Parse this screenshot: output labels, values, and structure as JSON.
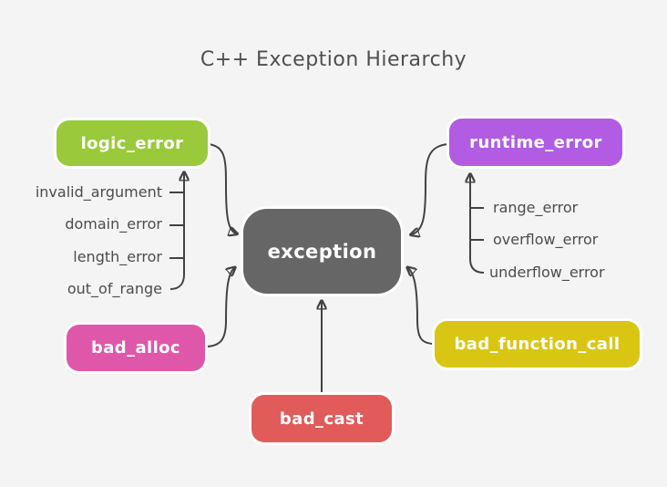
{
  "title": "C++ Exception Hierarchy",
  "background_color": "#f4f4f4",
  "arrow_color": "#424242",
  "nodes": {
    "exception": {
      "label": "exception",
      "color": "#666666",
      "text_color": "#ffffff"
    },
    "logic_error": {
      "label": "logic_error",
      "color": "#9aca3b",
      "text_color": "#ffffff"
    },
    "runtime_error": {
      "label": "runtime_error",
      "color": "#b15ce3",
      "text_color": "#ffffff"
    },
    "bad_alloc": {
      "label": "bad_alloc",
      "color": "#de57a9",
      "text_color": "#ffffff"
    },
    "bad_function_call": {
      "label": "bad_function_call",
      "color": "#d9c613",
      "text_color": "#ffffff"
    },
    "bad_cast": {
      "label": "bad_cast",
      "color": "#e15b5b",
      "text_color": "#ffffff"
    }
  },
  "children": {
    "logic_error": [
      "invalid_argument",
      "domain_error",
      "length_error",
      "out_of_range"
    ],
    "runtime_error": [
      "range_error",
      "overflow_error",
      "underflow_error"
    ]
  },
  "edges": [
    {
      "from": "logic_error",
      "to": "exception"
    },
    {
      "from": "runtime_error",
      "to": "exception"
    },
    {
      "from": "bad_alloc",
      "to": "exception"
    },
    {
      "from": "bad_function_call",
      "to": "exception"
    },
    {
      "from": "bad_cast",
      "to": "exception"
    },
    {
      "from": "invalid_argument",
      "to": "logic_error"
    },
    {
      "from": "domain_error",
      "to": "logic_error"
    },
    {
      "from": "length_error",
      "to": "logic_error"
    },
    {
      "from": "out_of_range",
      "to": "logic_error"
    },
    {
      "from": "range_error",
      "to": "runtime_error"
    },
    {
      "from": "overflow_error",
      "to": "runtime_error"
    },
    {
      "from": "underflow_error",
      "to": "runtime_error"
    }
  ]
}
